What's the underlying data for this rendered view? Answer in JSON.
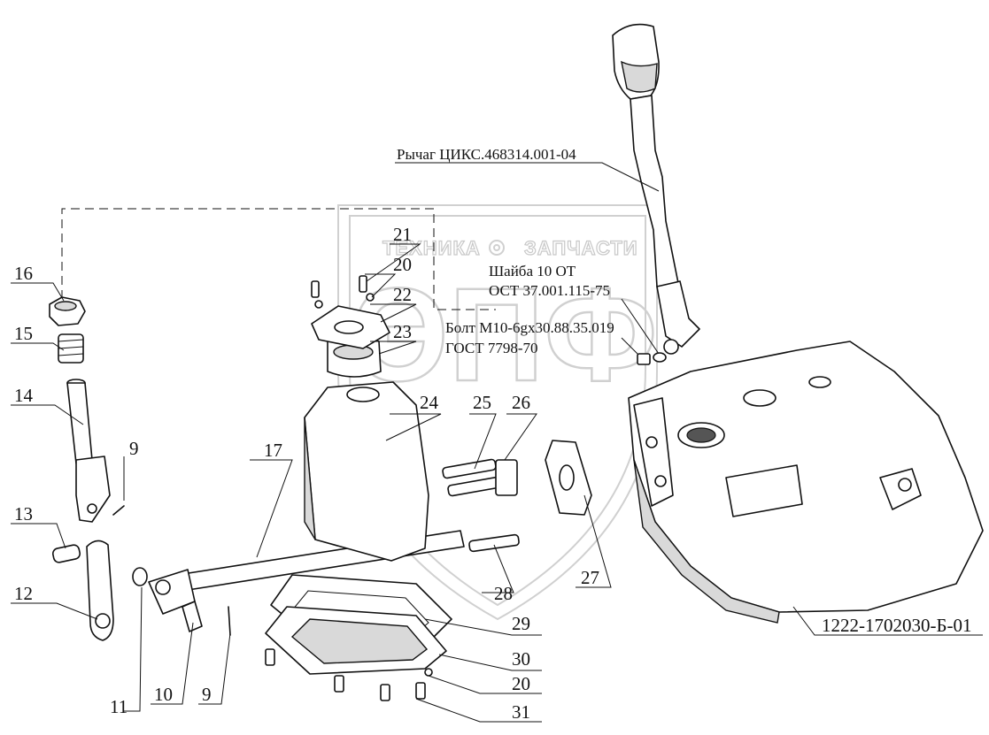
{
  "watermark": {
    "left_word": "ТЕХНИКА",
    "right_word": "ЗАПЧАСТИ",
    "logo": "ЭПФ"
  },
  "labels": {
    "lever": "Рычаг ЦИКС.468314.001-04",
    "washer_line1": "Шайба 10 ОТ",
    "washer_line2": "ОСТ 37.001.115-75",
    "bolt_line1": "Болт М10-6gx30.88.35.019",
    "bolt_line2": "ГОСТ 7798-70",
    "assembly": "1222-1702030-Б-01"
  },
  "callouts": {
    "c16": "16",
    "c15": "15",
    "c14": "14",
    "c13": "13",
    "c12": "12",
    "c9a": "9",
    "c9b": "9",
    "c10": "10",
    "c11": "11",
    "c17": "17",
    "c21": "21",
    "c20a": "20",
    "c22": "22",
    "c23": "23",
    "c24": "24",
    "c25": "25",
    "c26": "26",
    "c27": "27",
    "c28": "28",
    "c29": "29",
    "c30": "30",
    "c20b": "20",
    "c31": "31"
  },
  "icons": {
    "gear": "gear-icon",
    "logo": "company-logo-icon"
  }
}
